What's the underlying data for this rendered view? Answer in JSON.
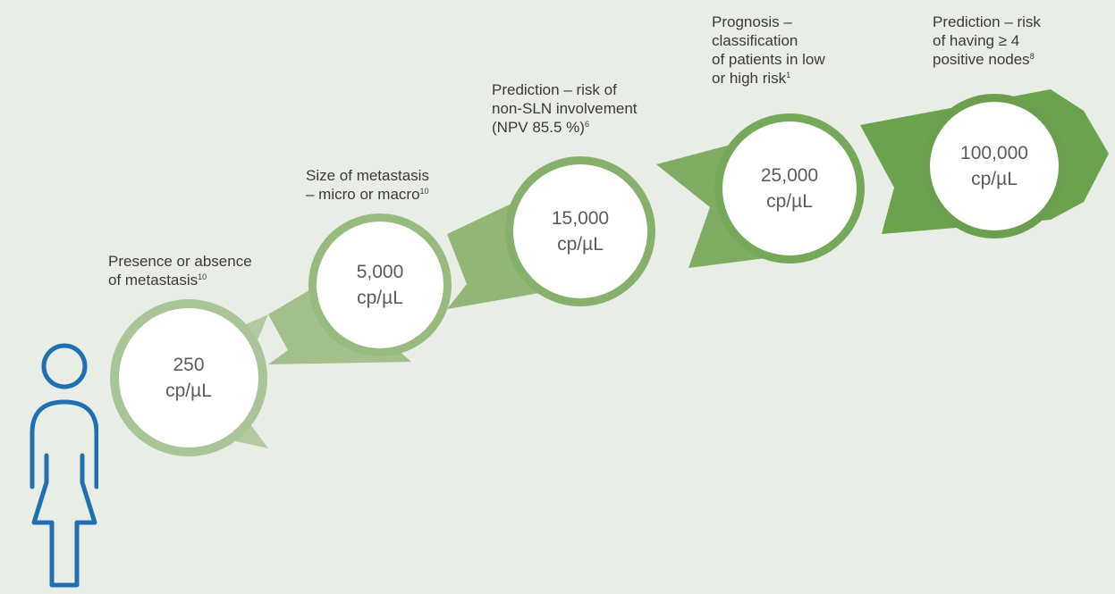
{
  "colors": {
    "background": "#e8ede6",
    "arrow": [
      "#b3c99f",
      "#a3c08c",
      "#91b676",
      "#7fac62",
      "#6ba24d"
    ],
    "ring": [
      "#a9c496",
      "#97ba7f",
      "#86b06b",
      "#76a85a",
      "#6b9f4f"
    ],
    "person": "#1f6fb2"
  },
  "icons": {
    "person": "person-outline-icon"
  },
  "stages": [
    {
      "value": "250",
      "unit": "cp/µL",
      "label": "Presence or absence\nof metastasis",
      "ref": "10"
    },
    {
      "value": "5,000",
      "unit": "cp/µL",
      "label": "Size of metastasis\n– micro or macro",
      "ref": "10"
    },
    {
      "value": "15,000",
      "unit": "cp/µL",
      "label": "Prediction – risk of\nnon-SLN involvement\n(NPV 85.5 %)",
      "ref": "6"
    },
    {
      "value": "25,000",
      "unit": "cp/µL",
      "label": "Prognosis –\nclassification\nof patients in low\nor high risk",
      "ref": "1"
    },
    {
      "value": "100,000",
      "unit": "cp/µL",
      "label": "Prediction – risk\nof having ≥ 4\npositive nodes",
      "ref": "8"
    }
  ]
}
